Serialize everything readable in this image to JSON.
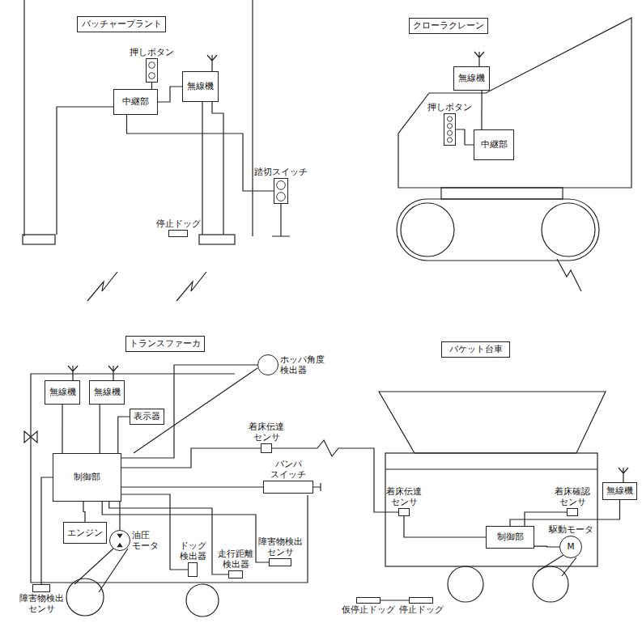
{
  "diagram": {
    "nodes": [
      {
        "text": [
          "バッチャープラント"
        ]
      },
      {
        "text": [
          "押しボタン"
        ]
      },
      {
        "text": [
          "中継部"
        ]
      },
      {
        "text": [
          "無線機"
        ]
      },
      {
        "text": [
          "踏切スイッチ"
        ]
      },
      {
        "text": [
          "停止ドッグ"
        ]
      },
      {
        "text": [
          "クローラクレーン"
        ]
      },
      {
        "text": [
          "無線機"
        ]
      },
      {
        "text": [
          "押しボタン"
        ]
      },
      {
        "text": [
          "中継部"
        ]
      },
      {
        "text": [
          "トランスファーカ"
        ]
      },
      {
        "text": [
          "無線機"
        ]
      },
      {
        "text": [
          "無線機"
        ]
      },
      {
        "text": [
          "表示器"
        ]
      },
      {
        "text": [
          "ホッパ角度 検出器"
        ]
      },
      {
        "text": [
          "制御部"
        ]
      },
      {
        "text": [
          "着床伝達 センサ"
        ]
      },
      {
        "text": [
          "バンパ スイッチ"
        ]
      },
      {
        "text": [
          "エンジン"
        ]
      },
      {
        "text": [
          "油圧 モータ"
        ]
      },
      {
        "text": [
          "ドッグ 検出器"
        ]
      },
      {
        "text": [
          "走行距離 検出器"
        ]
      },
      {
        "text": [
          "障害物検出 センサ"
        ]
      },
      {
        "text": [
          "障害物検出 センサ"
        ]
      },
      {
        "text": [
          "バケット台車"
        ]
      },
      {
        "text": [
          "着床伝達 センサ"
        ]
      },
      {
        "text": [
          "着床確認 センサ"
        ]
      },
      {
        "text": [
          "無線機"
        ]
      },
      {
        "text": [
          "制御部"
        ]
      },
      {
        "text": [
          "駆動モータ",
          "M"
        ]
      },
      {
        "text": [
          "仮停止ドッグ"
        ]
      },
      {
        "text": [
          "停止ドッグ"
        ]
      }
    ],
    "edges": [
      {
        "from": 1,
        "to": 2,
        "arrow": "none"
      },
      {
        "from": 2,
        "to": 3,
        "arrow": "none"
      },
      {
        "from": 2,
        "to": 4,
        "arrow": "none"
      },
      {
        "from": 7,
        "to": 9,
        "arrow": "none"
      },
      {
        "from": 8,
        "to": 9,
        "arrow": "none"
      },
      {
        "from": 11,
        "to": 15,
        "arrow": "none"
      },
      {
        "from": 12,
        "to": 15,
        "arrow": "none"
      },
      {
        "from": 13,
        "to": 15,
        "arrow": "none"
      },
      {
        "from": 14,
        "to": 15,
        "arrow": "none"
      },
      {
        "from": 16,
        "to": 15,
        "arrow": "none"
      },
      {
        "from": 17,
        "to": 15,
        "arrow": "none"
      },
      {
        "from": 18,
        "to": 15,
        "arrow": "none"
      },
      {
        "from": 19,
        "to": 15,
        "arrow": "none"
      },
      {
        "from": 20,
        "to": 15,
        "arrow": "none"
      },
      {
        "from": 21,
        "to": 15,
        "arrow": "none"
      },
      {
        "from": 22,
        "to": 15,
        "arrow": "none"
      },
      {
        "from": 23,
        "to": 15,
        "arrow": "none"
      },
      {
        "from": 16,
        "to": 25,
        "arrow": "none"
      },
      {
        "from": 25,
        "to": 28,
        "arrow": "none"
      },
      {
        "from": 26,
        "to": 28,
        "arrow": "none"
      },
      {
        "from": 27,
        "to": 28,
        "arrow": "none"
      },
      {
        "from": 29,
        "to": 28,
        "arrow": "none"
      }
    ]
  }
}
